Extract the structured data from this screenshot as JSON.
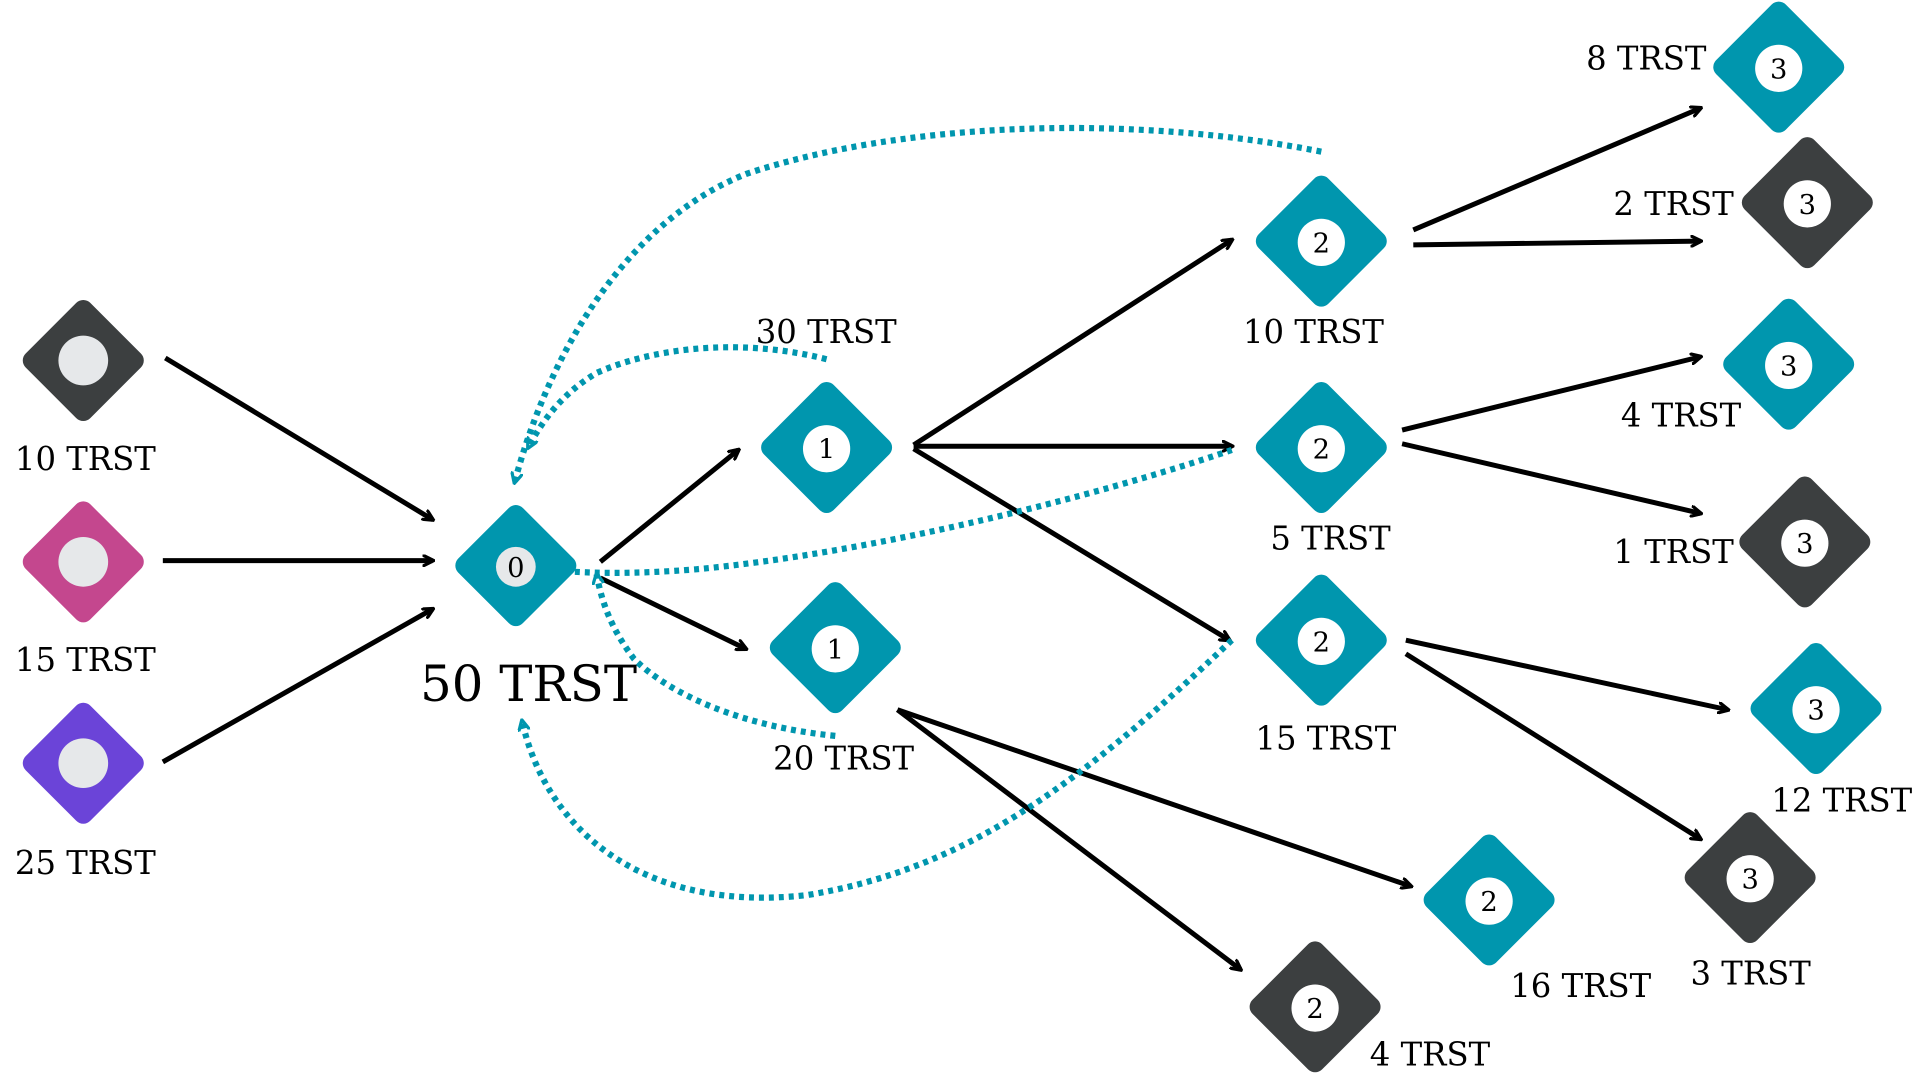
{
  "colors": {
    "teal": "#0096AE",
    "dark": "#3C3F40",
    "pink": "#C4478E",
    "purple": "#6B44D8",
    "dot_fill": "#E6E8EA",
    "arrow_solid": "#000000",
    "arrow_dotted": "#0096AE"
  },
  "nodes": {
    "src_a": {
      "color": "dark",
      "label": "10 TRST",
      "number": ""
    },
    "src_b": {
      "color": "pink",
      "label": "15 TRST",
      "number": ""
    },
    "src_c": {
      "color": "purple",
      "label": "25 TRST",
      "number": ""
    },
    "center": {
      "color": "teal",
      "label": "50 TRST",
      "number": "0"
    },
    "l1_top": {
      "color": "teal",
      "label": "30 TRST",
      "number": "1"
    },
    "l1_bot": {
      "color": "teal",
      "label": "20 TRST",
      "number": "1"
    },
    "l2_a": {
      "color": "teal",
      "label": "10 TRST",
      "number": "2"
    },
    "l2_b": {
      "color": "teal",
      "label": "5 TRST",
      "number": "2"
    },
    "l2_c": {
      "color": "teal",
      "label": "15 TRST",
      "number": "2"
    },
    "l2_d": {
      "color": "teal",
      "label": "16 TRST",
      "number": "2"
    },
    "l2_e": {
      "color": "dark",
      "label": "4 TRST",
      "number": "2"
    },
    "l3_a": {
      "color": "teal",
      "label": "8 TRST",
      "number": "3"
    },
    "l3_b": {
      "color": "dark",
      "label": "2 TRST",
      "number": "3"
    },
    "l3_c": {
      "color": "teal",
      "label": "4 TRST",
      "number": "3"
    },
    "l3_d": {
      "color": "dark",
      "label": "1 TRST",
      "number": "3"
    },
    "l3_e": {
      "color": "teal",
      "label": "12 TRST",
      "number": "3"
    },
    "l3_f": {
      "color": "dark",
      "label": "3 TRST",
      "number": "3"
    }
  },
  "edges": [
    {
      "from": "src_a",
      "to": "center",
      "style": "solid"
    },
    {
      "from": "src_b",
      "to": "center",
      "style": "solid"
    },
    {
      "from": "src_c",
      "to": "center",
      "style": "solid"
    },
    {
      "from": "center",
      "to": "l1_top",
      "style": "solid"
    },
    {
      "from": "center",
      "to": "l1_bot",
      "style": "solid"
    },
    {
      "from": "l1_top",
      "to": "l2_a",
      "style": "solid"
    },
    {
      "from": "l1_top",
      "to": "l2_b",
      "style": "solid"
    },
    {
      "from": "l1_top",
      "to": "l2_c",
      "style": "solid"
    },
    {
      "from": "l1_bot",
      "to": "l2_d",
      "style": "solid"
    },
    {
      "from": "l1_bot",
      "to": "l2_e",
      "style": "solid"
    },
    {
      "from": "l2_a",
      "to": "l3_a",
      "style": "solid"
    },
    {
      "from": "l2_a",
      "to": "l3_b",
      "style": "solid"
    },
    {
      "from": "l2_b",
      "to": "l3_c",
      "style": "solid"
    },
    {
      "from": "l2_b",
      "to": "l3_d",
      "style": "solid"
    },
    {
      "from": "l2_c",
      "to": "l3_e",
      "style": "solid"
    },
    {
      "from": "l2_c",
      "to": "l3_f",
      "style": "solid"
    },
    {
      "from": "l2_a",
      "to": "center",
      "style": "dotted"
    },
    {
      "from": "l1_top",
      "to": "center",
      "style": "dotted"
    },
    {
      "from": "l2_b",
      "to": "center",
      "style": "dotted"
    },
    {
      "from": "l1_bot",
      "to": "center",
      "style": "dotted"
    },
    {
      "from": "l2_c",
      "to": "center",
      "style": "dotted"
    }
  ]
}
